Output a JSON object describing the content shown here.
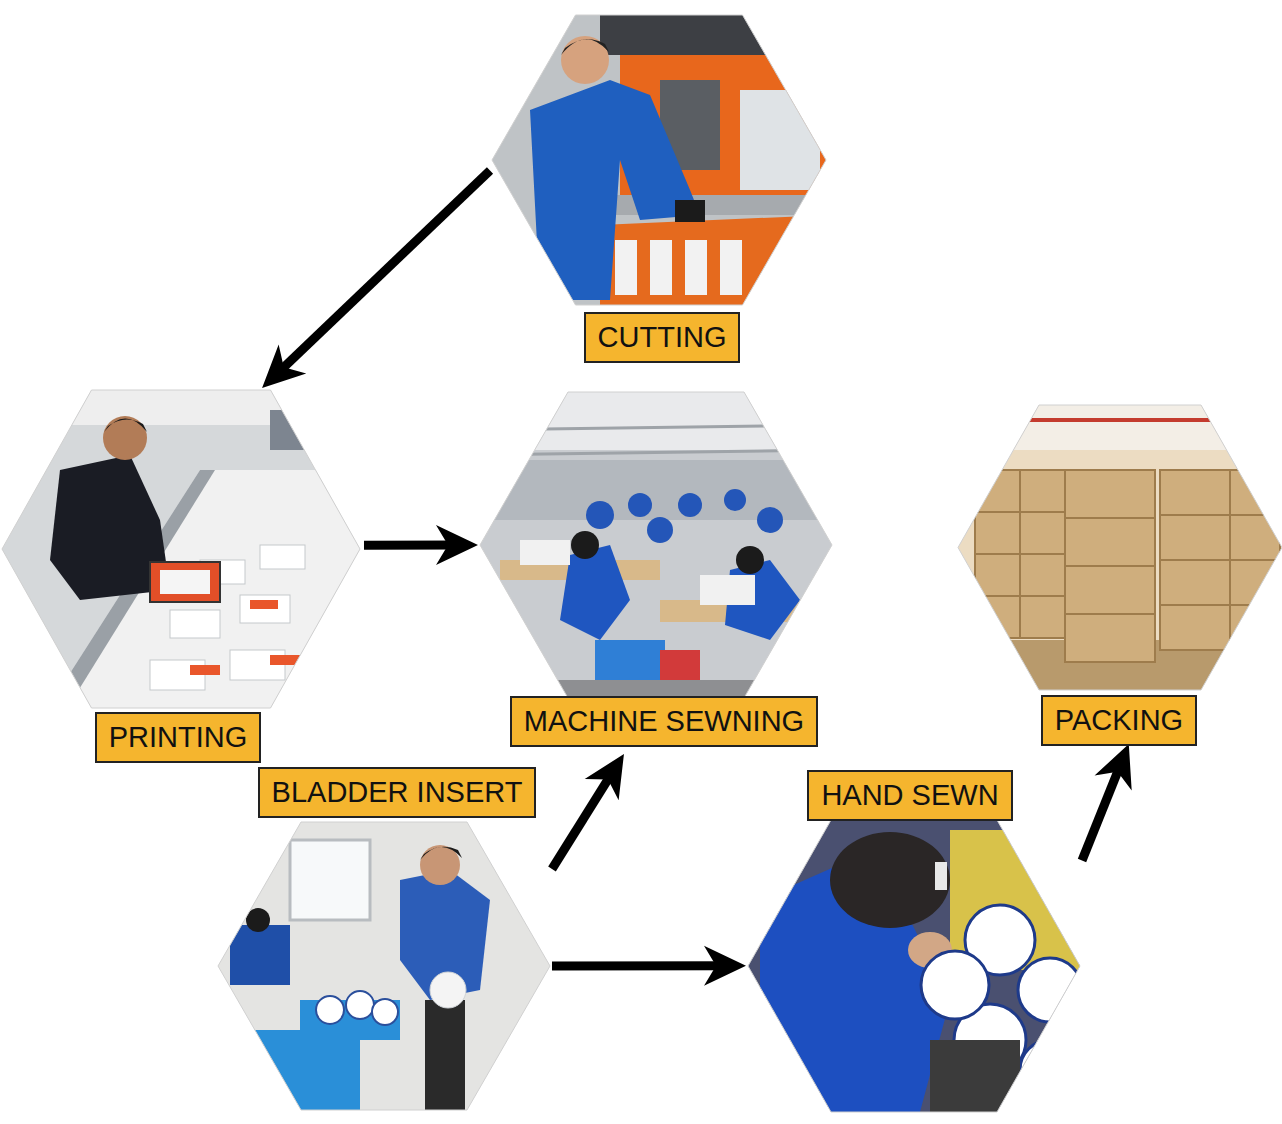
{
  "diagram": {
    "nodes": [
      {
        "text": [
          "CUTTING"
        ]
      },
      {
        "text": [
          "PRINTING"
        ]
      },
      {
        "text": [
          "MACHINE SEWNING"
        ]
      },
      {
        "text": [
          "PACKING"
        ]
      },
      {
        "text": [
          "BLADDER INSERT"
        ]
      },
      {
        "text": [
          "HAND SEWN"
        ]
      }
    ],
    "edges": [
      {
        "from": 0,
        "to": 1,
        "arrow": "to"
      },
      {
        "from": 1,
        "to": 2,
        "arrow": "to"
      },
      {
        "from": 4,
        "to": 2,
        "arrow": "to"
      },
      {
        "from": 4,
        "to": 5,
        "arrow": "to"
      },
      {
        "from": 5,
        "to": 3,
        "arrow": "to"
      }
    ]
  }
}
